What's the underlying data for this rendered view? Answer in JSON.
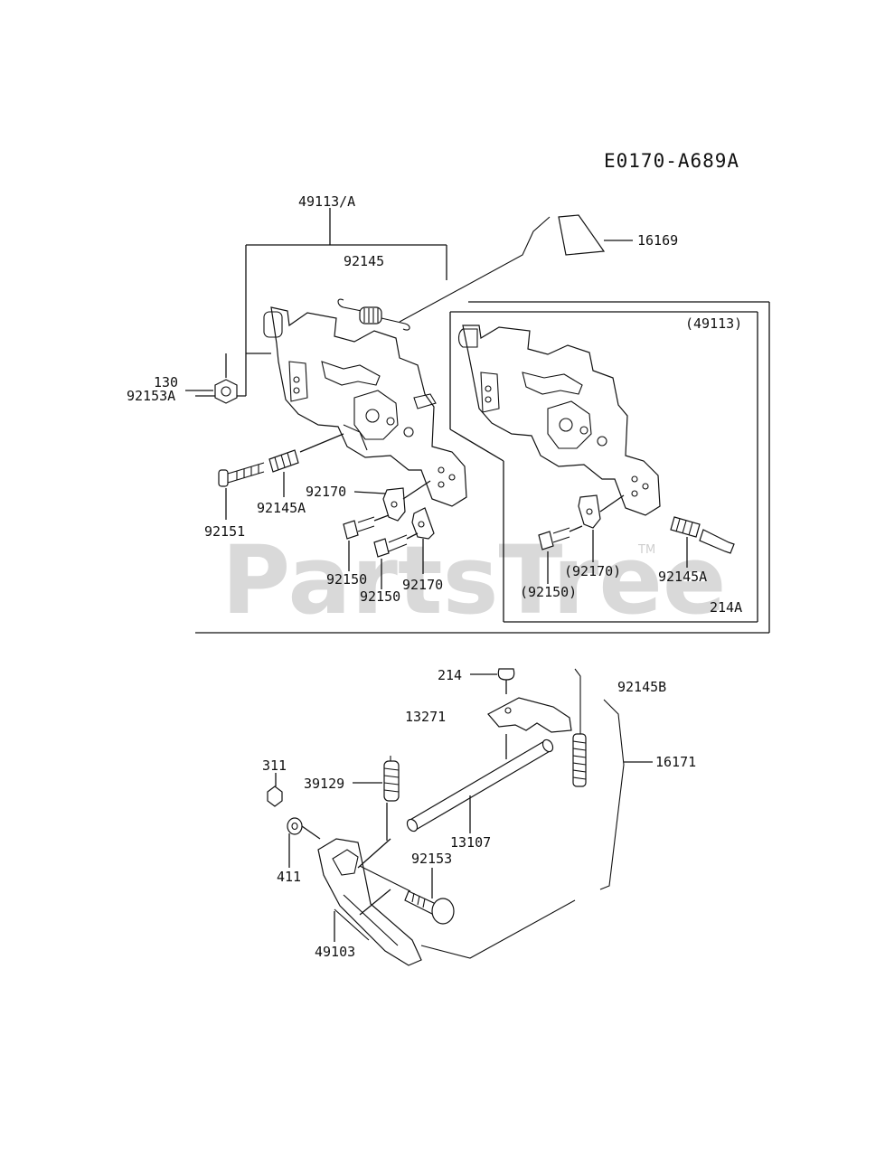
{
  "diagram_code": "E0170-A689A",
  "watermark": "PartsTree",
  "watermark_tm": "TM",
  "labels": {
    "p49113a": "49113/A",
    "p16169": "16169",
    "p92145": "92145",
    "p49113_box": "(49113)",
    "p130": "130",
    "p92153a": "92153A",
    "p92170": "92170",
    "p92145a": "92145A",
    "p92151": "92151",
    "p92150_1": "92150",
    "p92150_2": "92150",
    "p92170_2": "92170",
    "p92170_box": "(92170)",
    "p92150_box": "(92150)",
    "p92145a_box": "92145A",
    "p214a": "214A",
    "p214": "214",
    "p92145b": "92145B",
    "p13271": "13271",
    "p16171": "16171",
    "p311": "311",
    "p39129": "39129",
    "p13107": "13107",
    "p92153": "92153",
    "p411": "411",
    "p49103": "49103"
  }
}
